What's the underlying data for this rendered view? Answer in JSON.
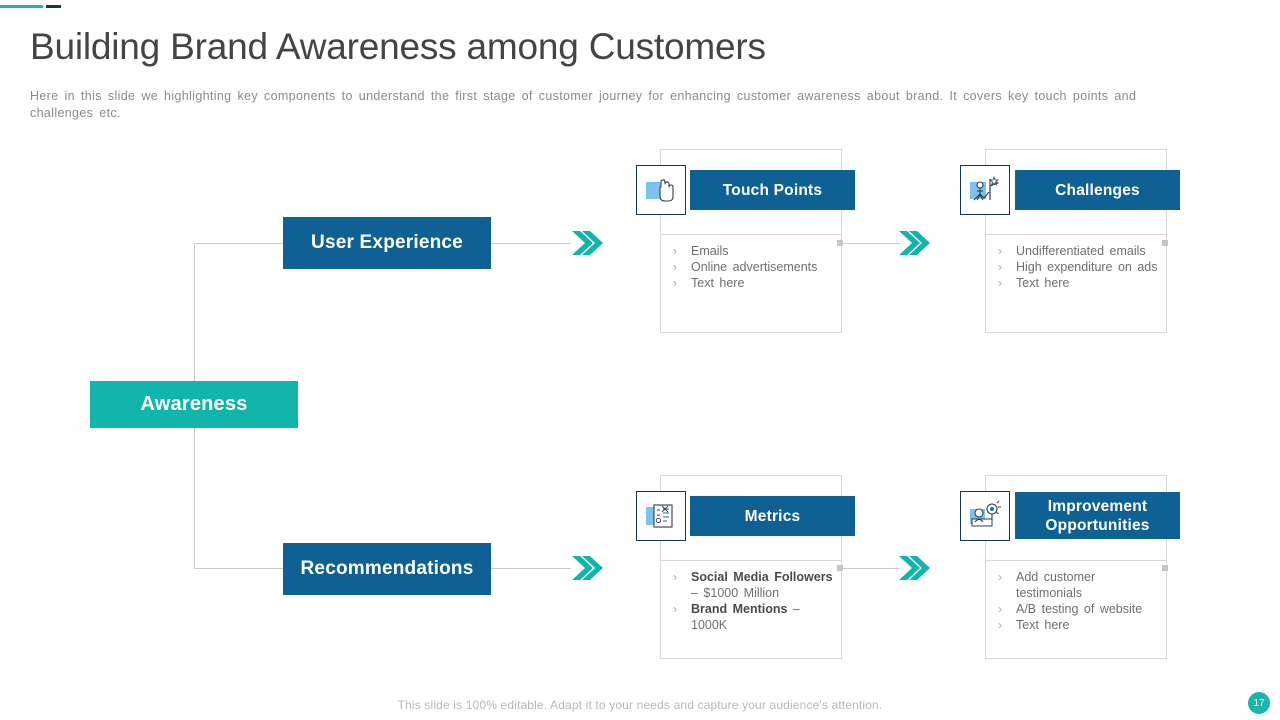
{
  "slide": {
    "title": "Building Brand Awareness among Customers",
    "subtitle": "Here in this slide we highlighting key components to understand the first stage of customer journey for enhancing customer awareness about brand. It covers key touch points and challenges etc.",
    "footer_note": "This slide is 100% editable. Adapt it to your needs and capture your audience's attention.",
    "page_number": "17"
  },
  "colors": {
    "primary_blue": "#0f6193",
    "accent_teal": "#11b5ab",
    "navy": "#14394e",
    "line_gray": "#c9c9c9",
    "title_gray": "#444444",
    "body_gray": "#6f6f6f"
  },
  "stages": {
    "awareness": {
      "label": "Awareness",
      "icon": "stage-accent-box"
    },
    "user_experience": {
      "label": "User Experience",
      "icon": "stage-primary-box"
    },
    "recommendations": {
      "label": "Recommendations",
      "icon": "stage-primary-box"
    }
  },
  "cards": [
    {
      "id": "touch-points",
      "title": "Touch Points",
      "icon": "hand-pointer-icon",
      "bullet_mark": "›",
      "items": [
        {
          "text": "Emails",
          "bold_prefix": ""
        },
        {
          "text": "Online advertisements",
          "bold_prefix": ""
        },
        {
          "text": "Text here",
          "bold_prefix": ""
        }
      ]
    },
    {
      "id": "challenges",
      "title": "Challenges",
      "icon": "person-climbing-flag-icon",
      "bullet_mark": "›",
      "items": [
        {
          "text": "Undifferentiated emails",
          "bold_prefix": ""
        },
        {
          "text": "High expenditure on ads",
          "bold_prefix": ""
        },
        {
          "text": "Text here",
          "bold_prefix": ""
        }
      ]
    },
    {
      "id": "metrics",
      "title": "Metrics",
      "icon": "checklist-clipboard-icon",
      "bullet_mark": "›",
      "items": [
        {
          "bold_prefix": "Social Media Followers",
          "text": " – $1000 Million"
        },
        {
          "bold_prefix": "Brand Mentions",
          "text": " – 1000K"
        }
      ]
    },
    {
      "id": "improvement-opportunities",
      "title": "Improvement Opportunities",
      "icon": "person-target-idea-icon",
      "bullet_mark": "›",
      "items": [
        {
          "text": "Add customer testimonials",
          "bold_prefix": ""
        },
        {
          "text": "A/B testing of website",
          "bold_prefix": ""
        },
        {
          "text": "Text here",
          "bold_prefix": ""
        }
      ]
    }
  ],
  "decor": {
    "rule_teal": "teal-rule",
    "rule_navy": "navy-rule",
    "arrow": "chevron-right-arrow"
  }
}
